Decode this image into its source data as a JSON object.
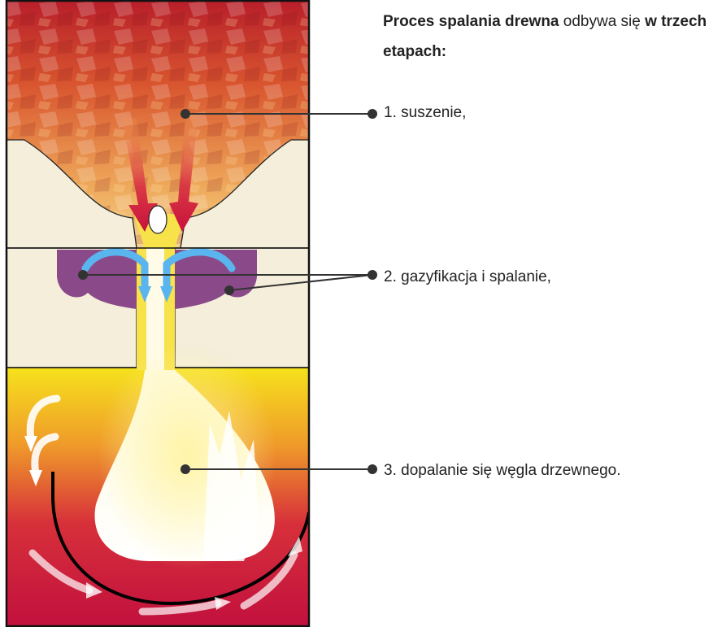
{
  "intro": {
    "part1_bold": "Proces spalania drewna",
    "part2": " odbywa się ",
    "part3_bold": "w trzech etapach:"
  },
  "stages": [
    {
      "label": "1. suszenie,"
    },
    {
      "label": "2. gazyfikacja i spalanie,"
    },
    {
      "label": "3. dopalanie się węgla drzewnego."
    }
  ],
  "colors": {
    "wood_dark": "#b81e2a",
    "wood_light": "#f2c46a",
    "insulation": "#f4eedb",
    "fire_red": "#c8103c",
    "fire_yellow": "#f6dc1e",
    "gas_purple": "#8a4a8a",
    "air_blue": "#5ab4ee",
    "leader": "#333333"
  }
}
